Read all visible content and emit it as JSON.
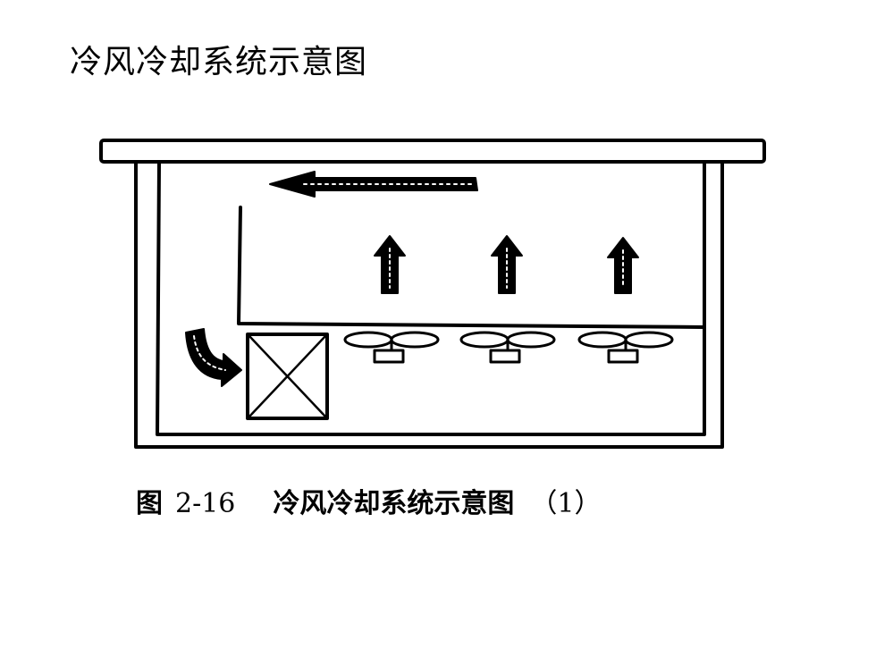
{
  "slide": {
    "title": "冷风冷却系统示意图"
  },
  "figure": {
    "caption_prefix": "图",
    "caption_number": "2-16",
    "caption_text": "冷风冷却系统示意图",
    "caption_suffix": "（1）",
    "fan_count": 3,
    "airflow_arrows": [
      {
        "name": "top-leftward-airflow-arrow",
        "direction": "left"
      },
      {
        "name": "upward-airflow-arrow-1",
        "direction": "up"
      },
      {
        "name": "upward-airflow-arrow-2",
        "direction": "up"
      },
      {
        "name": "upward-airflow-arrow-3",
        "direction": "up"
      },
      {
        "name": "inlet-curved-arrow",
        "direction": "down-right"
      }
    ]
  },
  "colors": {
    "line": "#000000",
    "background": "#ffffff"
  }
}
